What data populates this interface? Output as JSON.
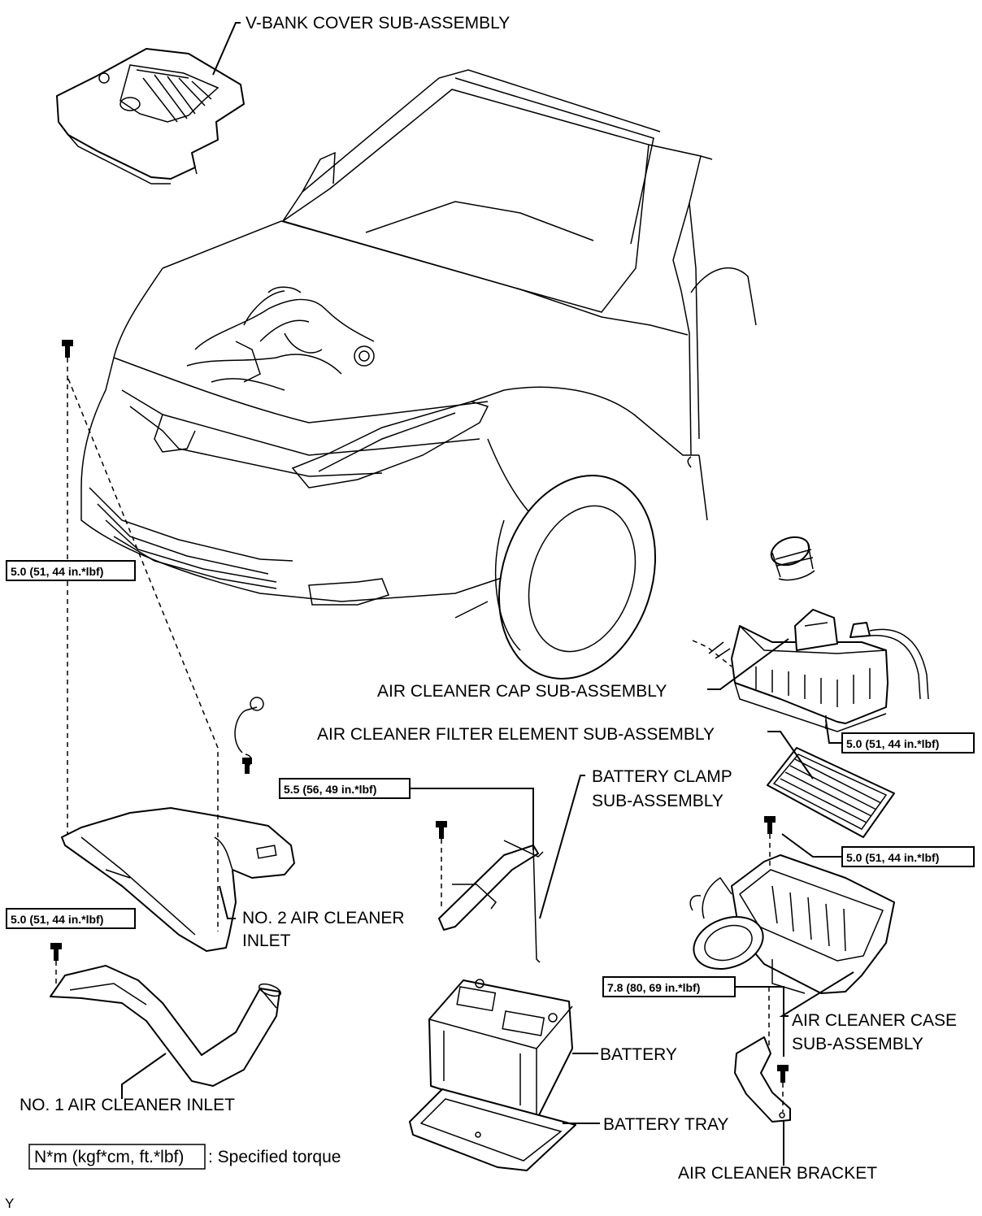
{
  "labels": {
    "vbank_cover": "V-BANK COVER SUB-ASSEMBLY",
    "air_cleaner_cap": "AIR CLEANER CAP SUB-ASSEMBLY",
    "filter_element": "AIR CLEANER FILTER ELEMENT SUB-ASSEMBLY",
    "battery_clamp_l1": "BATTERY CLAMP",
    "battery_clamp_l2": "SUB-ASSEMBLY",
    "no2_inlet_l1": "NO. 2 AIR CLEANER",
    "no2_inlet_l2": "INLET",
    "air_cleaner_case_l1": "AIR CLEANER CASE",
    "air_cleaner_case_l2": "SUB-ASSEMBLY",
    "battery": "BATTERY",
    "battery_tray": "BATTERY TRAY",
    "no1_inlet": "NO. 1 AIR CLEANER INLET",
    "air_cleaner_bracket": "AIR CLEANER BRACKET"
  },
  "torques": {
    "t_cap": "5.0 (51, 44 in.*lbf)",
    "t_topleft": "5.0 (51, 44 in.*lbf)",
    "t_leftmid": "5.0 (51, 44 in.*lbf)",
    "t_clamp": "5.5 (56, 49 in.*lbf)",
    "t_case": "5.0 (51, 44 in.*lbf)",
    "t_bracket": "7.8 (80, 69 in.*lbf)"
  },
  "legend": {
    "unit_box": "N*m (kgf*cm, ft.*lbf)",
    "description": ": Specified torque"
  },
  "corner_mark": "Y",
  "icons": [
    "bolt-icon"
  ]
}
